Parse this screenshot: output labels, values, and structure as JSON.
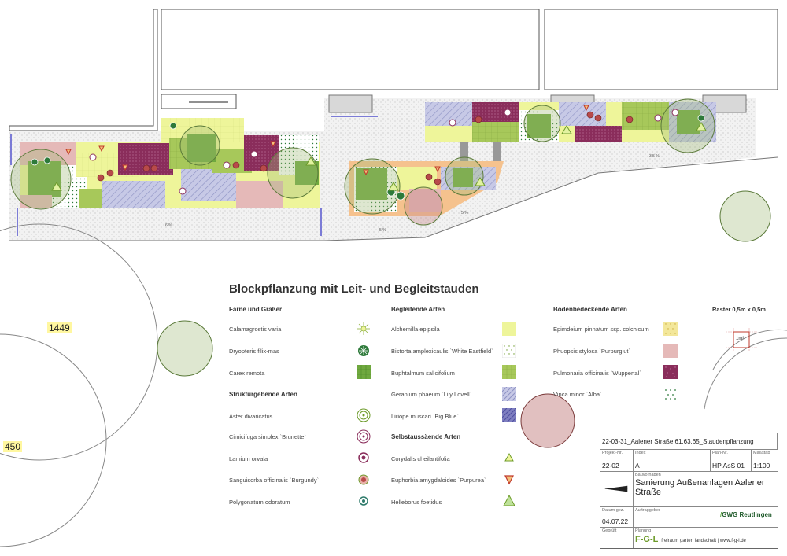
{
  "plan": {
    "tag_1449": "1449",
    "tag_450": "450",
    "slopes": [
      "6 %",
      "5 %",
      "5 %",
      "3.5 %"
    ]
  },
  "legend": {
    "title": "Blockpflanzung mit Leit- und Begleitstauden",
    "raster": {
      "label": "Raster 0,5m x 0,5m",
      "cell": "1m²"
    },
    "col1": {
      "heading1": "Farne und Gräßer",
      "group1": [
        "Calamagrostis varia",
        "Dryopteris filix-mas",
        "Carex remota"
      ],
      "heading2": "Strukturgebende Arten",
      "group2": [
        "Aster divaricatus",
        "Cimicifuga simplex `Brunette`",
        "Lamium orvala",
        "Sanguisorba officinalis `Burgundy`",
        "Polygonatum odoratum"
      ]
    },
    "col2": {
      "heading1": "Begleitende Arten",
      "group1": [
        "Alchemilla epipsila",
        "Bistorta amplexicaulis `White Eastfield`",
        "Buphtalmum salicifolium",
        "Geranium phaeum `Lily Lovell`",
        "Liriope muscari `Big Blue`"
      ],
      "heading2": "Selbstaussäende Arten",
      "group2": [
        "Corydalis cheilantifolia",
        "Euphorbia amygdaloides `Purpurea`",
        "Helleborus foetidus"
      ]
    },
    "col3": {
      "heading1": "Bodenbedeckende Arten",
      "group1": [
        "Epimdeium pinnatum ssp. colchicum",
        "Phuopsis stylosa `Purpurglut`",
        "Pulmonaria officinalis `Wuppertal`",
        "Vinca minor `Alba`"
      ]
    },
    "colors": {
      "alchemilla": "#eef59a",
      "buphtalmum": "#a7c85a",
      "carex": "#6fa83e",
      "geranium": "#c7c9e6",
      "liriope": "#7f7fc0",
      "epimedium": "#f3e79a",
      "phuopsis": "#e5b9b8",
      "pulmonaria": "#8a2d5b",
      "vinca": "#ffffff"
    }
  },
  "titleblock": {
    "project_title": "22-03-31_Aalener Straße 61,63,65_Staudenpflanzung",
    "projekt_nr_label": "Projekt-Nr.",
    "projekt_nr": "22-02",
    "index_label": "Index",
    "index": "A",
    "plan_nr_label": "Plan-Nr.",
    "plan_nr": "HP AsS 01",
    "massstab_label": "Maßstab",
    "massstab": "1:100",
    "bauvorhaben_label": "Bauvorhaben",
    "bauvorhaben": "Sanierung Außenanlagen Aalener Straße",
    "datum_label": "Datum gez.",
    "datum": "04.07.22",
    "auftraggeber_label": "Auftraggeber",
    "auftraggeber": "GWG Reutlingen",
    "gepruft_label": "Geprüft",
    "planung_label": "Planung",
    "planer_logo": "F-G-L",
    "planer_text": "freiraum garten landschaft | www.f-g-l.de"
  }
}
